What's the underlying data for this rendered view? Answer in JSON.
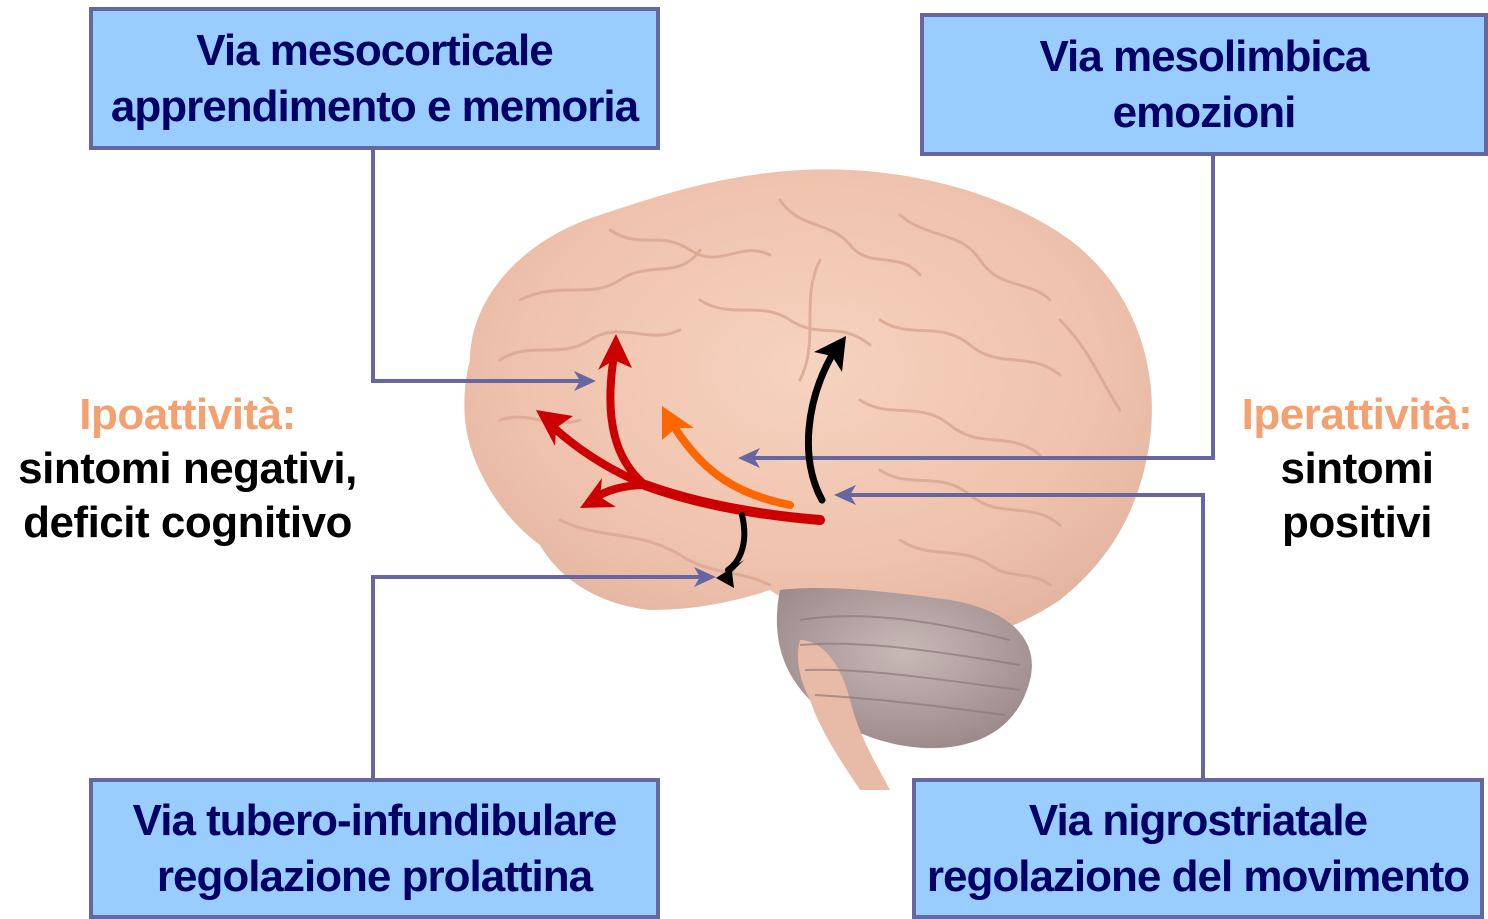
{
  "boxes": {
    "mesocortical": {
      "title": "Via mesocorticale",
      "subtitle": "apprendimento e memoria"
    },
    "mesolimbic": {
      "title": "Via mesolimbica",
      "subtitle": "emozioni"
    },
    "tuberoinfundibular": {
      "title": "Via tubero-infundibulare",
      "subtitle": "regolazione prolattina"
    },
    "nigrostriatal": {
      "title": "Via nigrostriatale",
      "subtitle": "regolazione del movimento"
    }
  },
  "left_note": {
    "heading": "Ipoattività:",
    "line1": "sintomi negativi,",
    "line2": "deficit cognitivo"
  },
  "right_note": {
    "heading": "Iperattività:",
    "line1": "sintomi",
    "line2": "positivi"
  },
  "colors": {
    "box_fill": "#99ccff",
    "box_border": "#6666a0",
    "box_text": "#000066",
    "highlight_text": "#f4a070",
    "connector": "#6666a0",
    "pathway_red": "#cc0000",
    "pathway_orange": "#ff6600",
    "pathway_black": "#000000",
    "brain_fill": "#f2c8b4",
    "cerebellum_fill": "#b4a4a4"
  }
}
